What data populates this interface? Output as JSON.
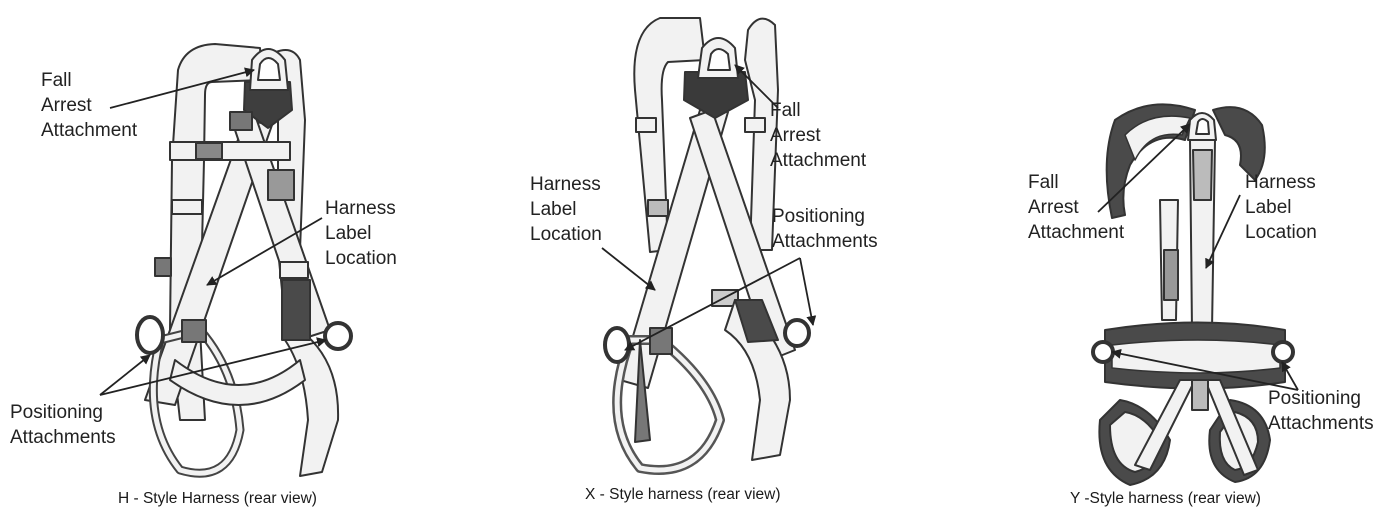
{
  "diagrams": [
    {
      "caption": "H - Style Harness (rear view)",
      "labels": {
        "fall_arrest": [
          "Fall",
          "Arrest",
          "Attachment"
        ],
        "harness_label": [
          "Harness",
          "Label",
          "Location"
        ],
        "positioning": [
          "Positioning",
          "Attachments"
        ]
      }
    },
    {
      "caption": "X - Style harness (rear view)",
      "labels": {
        "fall_arrest": [
          "Fall",
          "Arrest",
          "Attachment"
        ],
        "harness_label": [
          "Harness",
          "Label",
          "Location"
        ],
        "positioning": [
          "Positioning",
          "Attachments"
        ]
      }
    },
    {
      "caption": "Y -Style harness (rear view)",
      "labels": {
        "fall_arrest": [
          "Fall",
          "Arrest",
          "Attachment"
        ],
        "harness_label": [
          "Harness",
          "Label",
          "Location"
        ],
        "positioning": [
          "Positioning",
          "Attachments"
        ]
      }
    }
  ],
  "colors": {
    "outline": "#333333",
    "webbing": "#f2f2f2",
    "dark_pad": "#4a4a4a",
    "hardware": "#555555",
    "text": "#222222"
  }
}
